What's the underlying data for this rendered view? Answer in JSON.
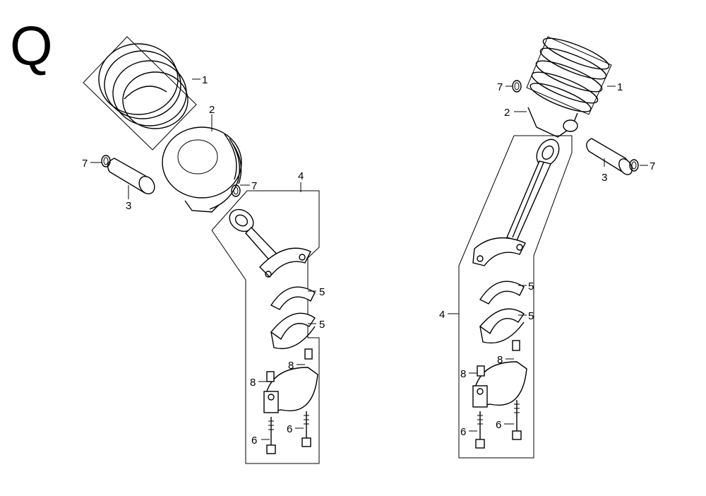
{
  "page_letter": "Q",
  "callouts": {
    "left": {
      "piston_ring_set": "1",
      "piston": "2",
      "piston_pin": "3",
      "connecting_rod_assembly": "4",
      "bearing_upper": "5",
      "bearing_lower": "5",
      "rod_bolt_left": "6",
      "rod_bolt_right": "6",
      "pin_clip_left": "7",
      "pin_clip_right": "7",
      "dowel_left": "8",
      "dowel_right": "8"
    },
    "right": {
      "piston_ring_set": "1",
      "piston": "2",
      "piston_pin": "3",
      "connecting_rod_assembly": "4",
      "bearing_upper": "5",
      "bearing_lower": "5",
      "rod_bolt_left": "6",
      "rod_bolt_right": "6",
      "pin_clip_left": "7",
      "pin_clip_right": "7",
      "dowel_left": "8",
      "dowel_right": "8"
    }
  }
}
